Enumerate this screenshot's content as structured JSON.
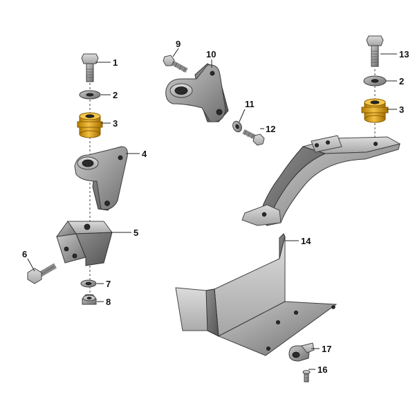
{
  "callouts": [
    {
      "id": "1"
    },
    {
      "id": "2"
    },
    {
      "id": "3"
    },
    {
      "id": "4"
    },
    {
      "id": "5"
    },
    {
      "id": "6"
    },
    {
      "id": "7"
    },
    {
      "id": "8"
    },
    {
      "id": "9"
    },
    {
      "id": "10"
    },
    {
      "id": "11"
    },
    {
      "id": "12"
    },
    {
      "id": "13"
    },
    {
      "id": "2b",
      "label": "2"
    },
    {
      "id": "3b",
      "label": "3"
    },
    {
      "id": "14"
    },
    {
      "id": "16"
    },
    {
      "id": "17"
    }
  ],
  "labels": {
    "c1": "1",
    "c2": "2",
    "c3": "3",
    "c4": "4",
    "c5": "5",
    "c6": "6",
    "c7": "7",
    "c8": "8",
    "c9": "9",
    "c10": "10",
    "c11": "11",
    "c12": "12",
    "c13": "13",
    "c2b": "2",
    "c3b": "3",
    "c14": "14",
    "c16": "16",
    "c17": "17"
  },
  "colors": {
    "steel": "#9a9a9a",
    "brass": "#e0a317",
    "ink": "#111111",
    "background": "#ffffff"
  }
}
